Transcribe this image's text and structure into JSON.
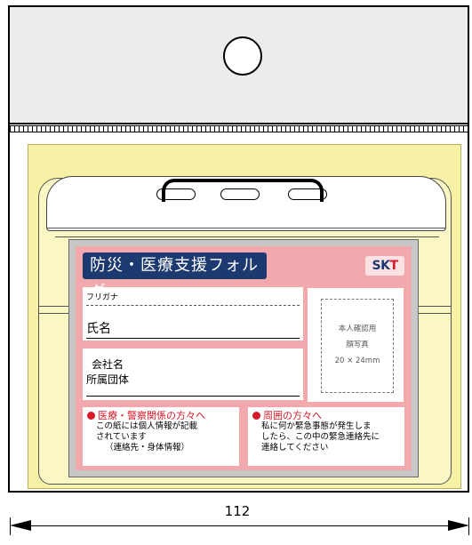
{
  "card": {
    "title": "防災・医療支援フォルダ",
    "logo_left": "SK",
    "logo_right": "T",
    "furigana_label": "フリガナ",
    "name_label": "氏名",
    "company_label": "会社名",
    "dept_label": "所属団体",
    "photo_lines": [
      "本人確認用",
      "顔写真",
      "20 × 24mm"
    ],
    "note_medical": {
      "heading": "医療・警察関係の方々へ",
      "lines": [
        "この紙には個人情報が記載",
        "されています",
        "（連絡先・身体情報）"
      ]
    },
    "note_bystander": {
      "heading": "周囲の方々へ",
      "lines": [
        "私に何か緊急事態が発生しま",
        "したら、この中の緊急連絡先に",
        "連絡してください"
      ]
    }
  },
  "dimension": {
    "width_label": "112"
  },
  "colors": {
    "card_pink": "#f1a9ae",
    "title_navy": "#1d3a70",
    "accent_red": "#d61a2a",
    "backing_yellow": "#f6f1a4"
  }
}
